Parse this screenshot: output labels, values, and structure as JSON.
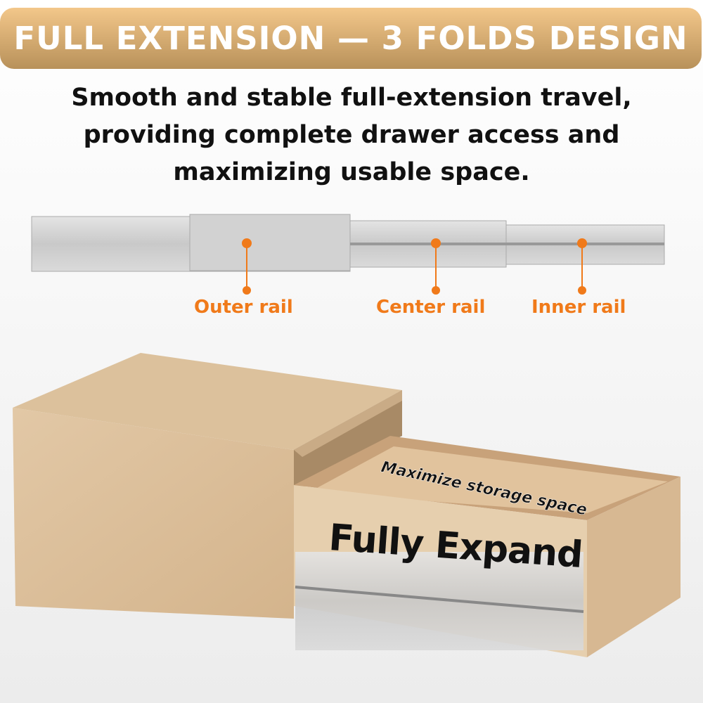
{
  "header": {
    "title": "FULL EXTENSION — 3 FOLDS DESIGN"
  },
  "subtitle": {
    "lines": [
      "Smooth and stable full-extension travel,",
      "providing complete drawer access and",
      "maximizing usable space."
    ]
  },
  "rail_labels": {
    "outer": "Outer rail",
    "center": "Center rail",
    "inner": "Inner rail"
  },
  "drawer": {
    "main_text": "Fully Expand",
    "inner_text": "Maximize storage space"
  },
  "colors": {
    "accent": "#f07a1a",
    "banner_top": "#f3c78a",
    "banner_bottom": "#b8915a"
  }
}
